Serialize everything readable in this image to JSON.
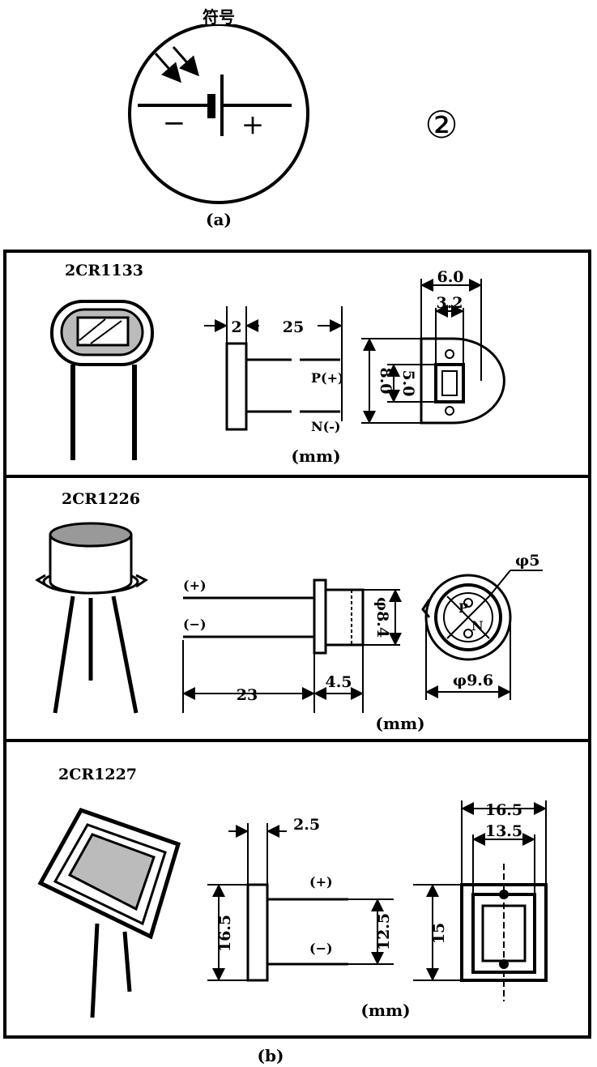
{
  "symbol_panel": {
    "title": "符号",
    "minus": "−",
    "plus": "+",
    "circled_number": "②",
    "caption": "(a)"
  },
  "panels": [
    {
      "model": "2CR1133",
      "dims": {
        "thickness": "2",
        "lead_length": "25",
        "width": "6.0",
        "inner_width": "3.2",
        "height": "8.0",
        "inner_height": "5.0"
      },
      "pin_p": "P(+)",
      "pin_n": "N(-)",
      "unit": "(mm)"
    },
    {
      "model": "2CR1226",
      "dims": {
        "lead_length": "23",
        "body_length": "4.5",
        "body_dia": "φ8.4",
        "window_dia": "φ5",
        "flange_dia": "φ9.6"
      },
      "pin_plus": "(+)",
      "pin_minus": "(−)",
      "pin_p": "P",
      "pin_n": "N",
      "unit": "(mm)"
    },
    {
      "model": "2CR1227",
      "dims": {
        "thickness": "2.5",
        "height": "16.5",
        "pin_spacing": "12.5",
        "outer_width": "16.5",
        "inner_width": "13.5",
        "inner_height": "15"
      },
      "pin_plus": "(+)",
      "pin_minus": "(−)",
      "unit": "(mm)"
    }
  ],
  "caption_b": "(b)"
}
